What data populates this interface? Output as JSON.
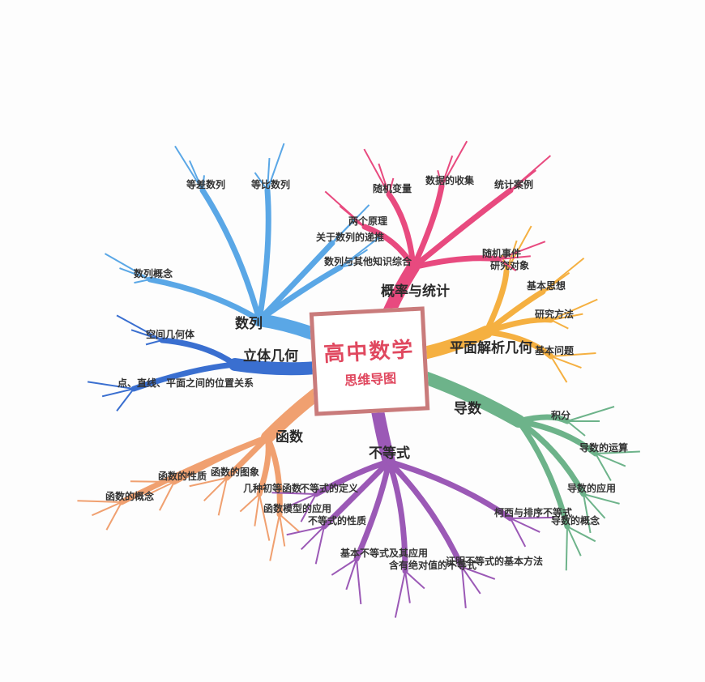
{
  "title": {
    "line1": "高中数学",
    "line2": "思维导图"
  },
  "branches": [
    {
      "label": "数列",
      "color": "#5aa7e6",
      "children": [
        "数列概念",
        "等差数列",
        "等比数列",
        "关于数列的递推",
        "数列与其他知识综合"
      ]
    },
    {
      "label": "立体几何",
      "color": "#3a6fd0",
      "children": [
        "空间几何体",
        "点、直线、平面之间的位置关系"
      ]
    },
    {
      "label": "函数",
      "color": "#f0a070",
      "children": [
        "函数的概念",
        "函数的性质",
        "函数的图象",
        "几种初等函数",
        "函数模型的应用"
      ]
    },
    {
      "label": "不等式",
      "color": "#9b59b6",
      "children": [
        "不等式的定义",
        "不等式的性质",
        "基本不等式及其应用",
        "含有绝对值的不等式",
        "证明不等式的基本方法",
        "柯西与排序不等式"
      ]
    },
    {
      "label": "导数",
      "color": "#6db38a",
      "children": [
        "积分",
        "导数的运算",
        "导数的应用",
        "导数的概念"
      ]
    },
    {
      "label": "平面解析几何",
      "color": "#f5b041",
      "children": [
        "研究对象",
        "基本思想",
        "研究方法",
        "基本问题"
      ]
    },
    {
      "label": "概率与统计",
      "color": "#e84a7f",
      "children": [
        "两个原理",
        "随机变量",
        "数据的收集",
        "统计案例",
        "随机事件"
      ]
    }
  ]
}
